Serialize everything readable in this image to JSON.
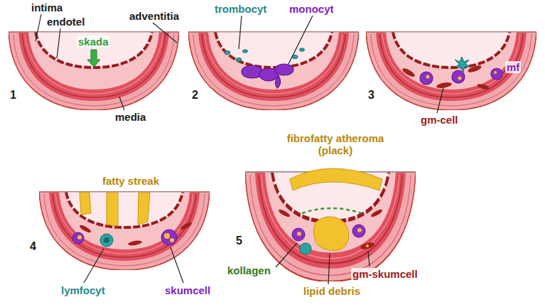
{
  "diagram": {
    "labels": [
      "intima",
      "endotel",
      "adventitia",
      "skada",
      "media",
      "1",
      "trombocyt",
      "monocyt",
      "2",
      "mf",
      "gm-cell",
      "3",
      "fatty streak",
      "4",
      "lymfocyt",
      "skumcell",
      "fibrofatty atheroma (plack)",
      "5",
      "kollagen",
      "lipid debris",
      "gm-skumcell"
    ]
  }
}
